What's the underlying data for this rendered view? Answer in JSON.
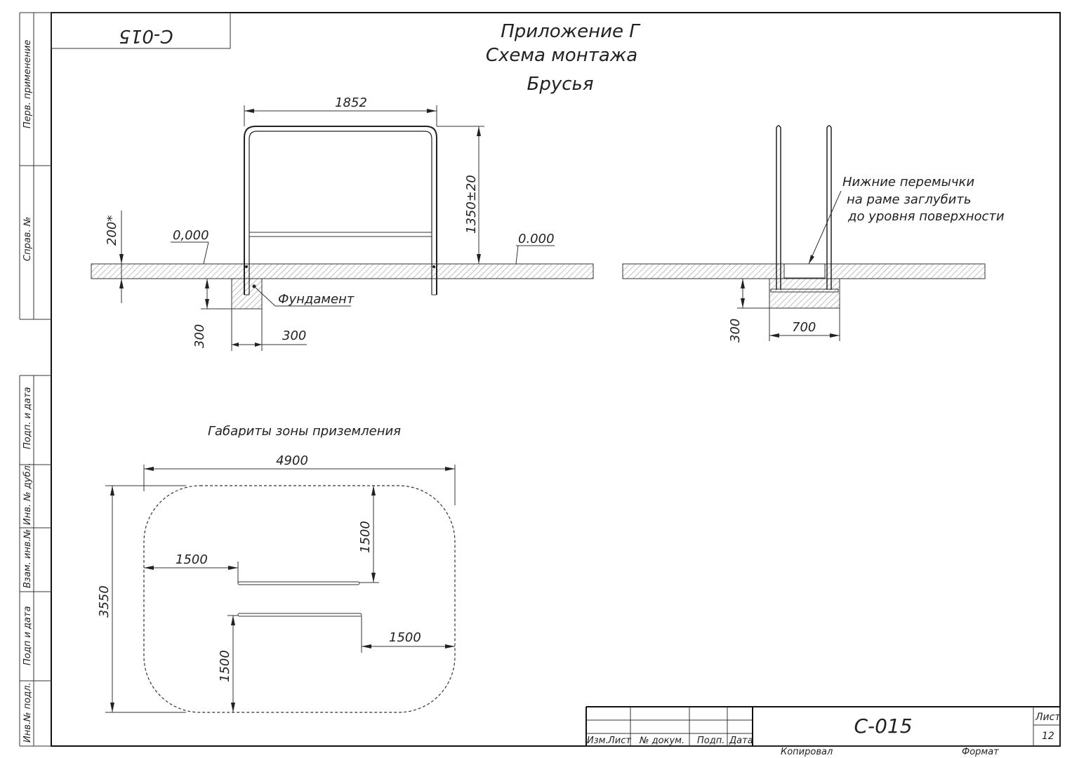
{
  "code_stamp": "C-015",
  "title": {
    "line1": "Приложение Г",
    "line2": "Схема монтажа",
    "line3": "Брусья"
  },
  "side_labels": {
    "perv": "Перв. применение",
    "sprav": "Справ. №",
    "podp_data_1": "Подп. и дата",
    "inv_dubl": "Инв. № дубл.",
    "vzam_inv": "Взам. инв.№",
    "podp_data_2": "Подп и дата",
    "inv_podl": "Инв.№ подл."
  },
  "front_view": {
    "width": "1852",
    "height": "1350±20",
    "depth_above": "200*",
    "level_left": "0,000",
    "level_right": "0.000",
    "foundation": "Фундамент",
    "found_depth": "300",
    "found_width": "300"
  },
  "side_view": {
    "note_line1": "Нижние перемычки",
    "note_line2": "на раме заглубить",
    "note_line3": "до уровня поверхности",
    "depth": "300",
    "width": "700"
  },
  "landing_zone": {
    "title": "Габариты зоны приземления",
    "width": "4900",
    "height": "3550",
    "dim_top_left": "1500",
    "dim_top_right": "1500",
    "dim_bottom_right": "1500",
    "dim_bottom_left": "1500"
  },
  "title_block": {
    "col_izm": "Изм.",
    "col_list": "Лист",
    "col_doc": "№ докум.",
    "col_podp": "Подп.",
    "col_date": "Дата",
    "designation": "C-015",
    "sheet_label": "Лист",
    "sheet_number": "12",
    "copied": "Копировал",
    "format": "Формат"
  }
}
